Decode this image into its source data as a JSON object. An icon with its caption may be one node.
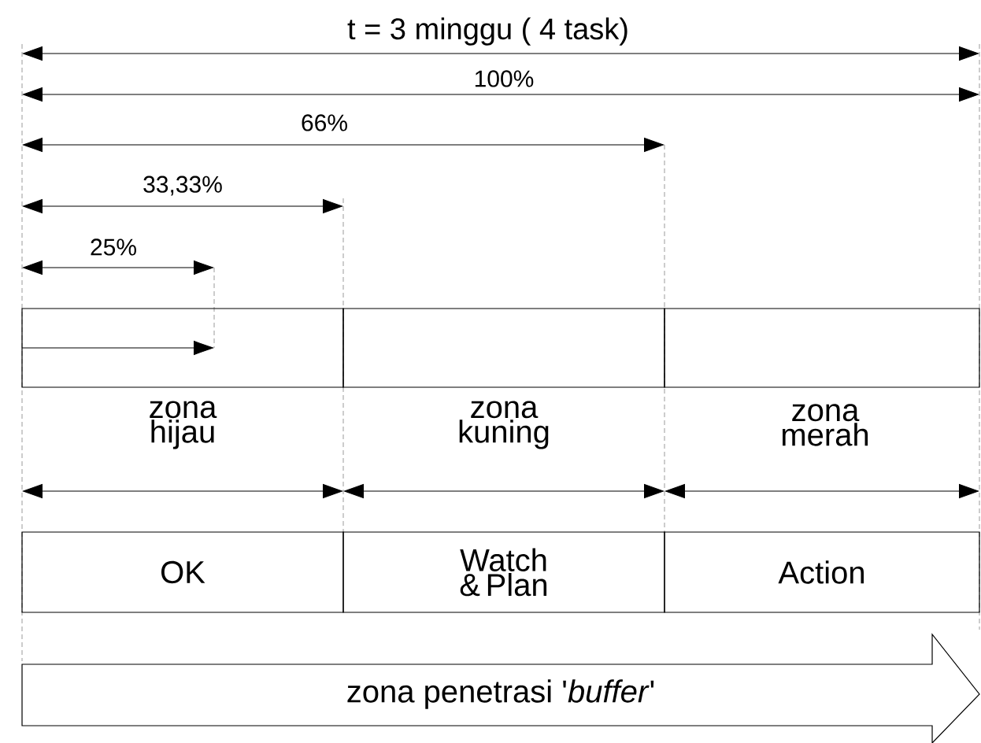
{
  "diagram": {
    "nodes": [
      {
        "text": [],
        "shape": "box"
      },
      {
        "text": [],
        "shape": "box"
      },
      {
        "text": [],
        "shape": "box"
      },
      {
        "text": [
          "OK"
        ]
      },
      {
        "text": [
          "Watch & Plan"
        ]
      },
      {
        "text": [
          "Action"
        ]
      },
      {
        "text": [
          "zona penetrasi  '*buffer*'"
        ]
      }
    ],
    "labels": [
      "t = 3 minggu ( 4 task)",
      "100%",
      "66%",
      "33,33%",
      "25%",
      "zona hijau",
      "zona kuning",
      "zona merah"
    ]
  }
}
